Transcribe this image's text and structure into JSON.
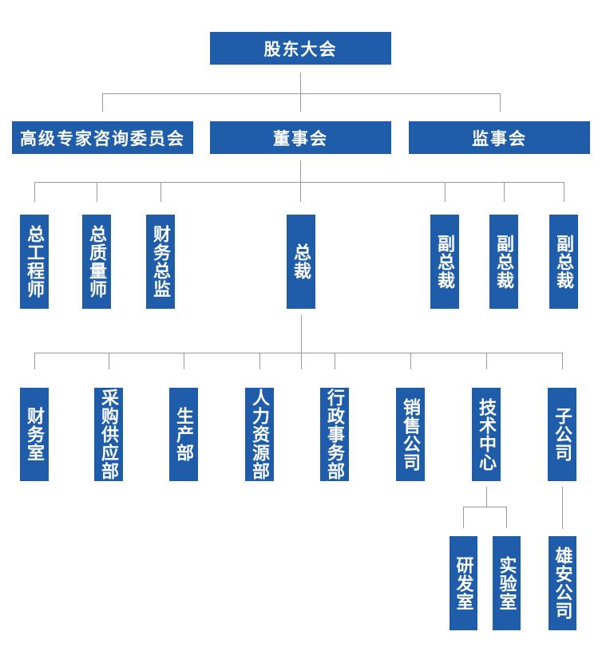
{
  "org_chart": {
    "colors": {
      "background": "#ffffff",
      "box": "#1f5ca9",
      "line": "#9a9a9a",
      "text": "#ffffff"
    },
    "levels": [
      {
        "name": "level-1",
        "items": [
          {
            "id": "shareholders-meeting",
            "label": "股东大会"
          }
        ]
      },
      {
        "name": "level-2",
        "items": [
          {
            "id": "senior-expert-advisory-committee",
            "label": "高级专家咨询委员会"
          },
          {
            "id": "board-of-directors",
            "label": "董事会"
          },
          {
            "id": "supervisory-board",
            "label": "监事会"
          }
        ]
      },
      {
        "name": "level-3",
        "items": [
          {
            "id": "chief-engineer",
            "label": "总工程师"
          },
          {
            "id": "chief-quality-engineer",
            "label": "总质量师"
          },
          {
            "id": "finance-director",
            "label": "财务总监"
          },
          {
            "id": "president",
            "label": "总裁"
          },
          {
            "id": "vice-president-1",
            "label": "副总裁"
          },
          {
            "id": "vice-president-2",
            "label": "副总裁"
          },
          {
            "id": "vice-president-3",
            "label": "副总裁"
          }
        ]
      },
      {
        "name": "level-4",
        "items": [
          {
            "id": "finance-office",
            "label": "财务室"
          },
          {
            "id": "procurement-supply-dept",
            "label": "采购供应部"
          },
          {
            "id": "production-dept",
            "label": "生产部"
          },
          {
            "id": "human-resources-dept",
            "label": "人力资源部"
          },
          {
            "id": "administrative-affairs-dept",
            "label": "行政事务部"
          },
          {
            "id": "sales-company",
            "label": "销售公司"
          },
          {
            "id": "technology-center",
            "label": "技术中心"
          },
          {
            "id": "subsidiary",
            "label": "子公司"
          }
        ]
      },
      {
        "name": "level-5",
        "items": [
          {
            "id": "rd-office",
            "label": "研发室"
          },
          {
            "id": "laboratory",
            "label": "实验室"
          },
          {
            "id": "xiongan-company",
            "label": "雄安公司"
          }
        ]
      }
    ],
    "hierarchy": {
      "股东大会": [
        "高级专家咨询委员会",
        "董事会",
        "监事会"
      ],
      "董事会": [
        "总工程师",
        "总质量师",
        "财务总监",
        "总裁",
        "副总裁",
        "副总裁",
        "副总裁"
      ],
      "总裁": [
        "财务室",
        "采购供应部",
        "生产部",
        "人力资源部",
        "行政事务部",
        "销售公司",
        "技术中心",
        "子公司"
      ],
      "技术中心": [
        "研发室",
        "实验室"
      ],
      "子公司": [
        "雄安公司"
      ]
    }
  }
}
